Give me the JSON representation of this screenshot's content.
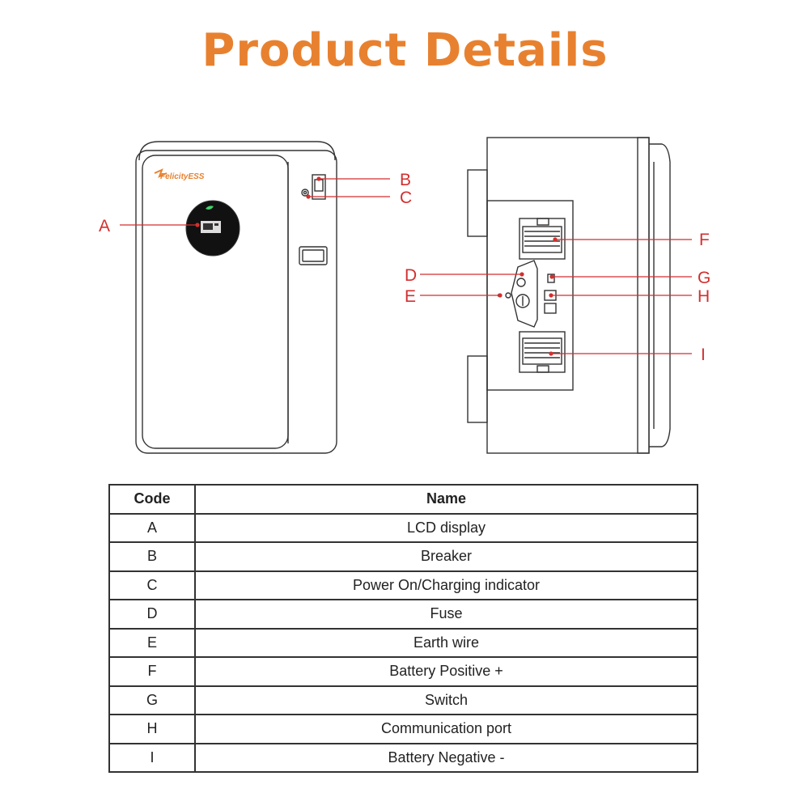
{
  "title": "Product Details",
  "colors": {
    "title": "#E8812F",
    "callout": "#D32F2F",
    "outline": "#333333",
    "brand": "#E8812F"
  },
  "diagram": {
    "brand_logo_text": "FelicityESS",
    "callouts": [
      "A",
      "B",
      "C",
      "D",
      "E",
      "F",
      "G",
      "H",
      "I"
    ]
  },
  "table": {
    "headers": {
      "code": "Code",
      "name": "Name"
    },
    "rows": [
      {
        "code": "A",
        "name": "LCD display"
      },
      {
        "code": "B",
        "name": "Breaker"
      },
      {
        "code": "C",
        "name": "Power On/Charging indicator"
      },
      {
        "code": "D",
        "name": "Fuse"
      },
      {
        "code": "E",
        "name": "Earth wire"
      },
      {
        "code": "F",
        "name": "Battery Positive +"
      },
      {
        "code": "G",
        "name": "Switch"
      },
      {
        "code": "H",
        "name": "Communication port"
      },
      {
        "code": "I",
        "name": "Battery Negative -"
      }
    ]
  }
}
